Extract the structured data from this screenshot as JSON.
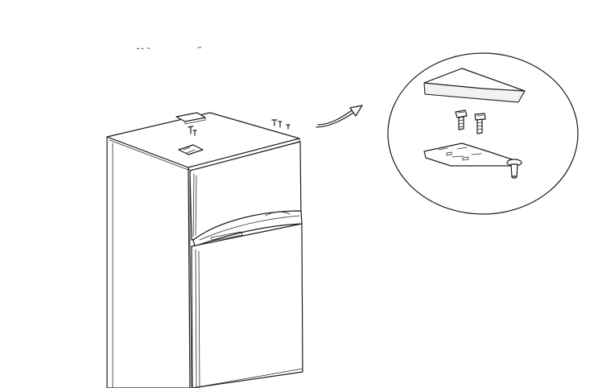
{
  "figure": {
    "colors": {
      "line": "#1a1a1a",
      "background": "#ffffff"
    },
    "icons": [
      "refrigerator",
      "top-hinge-cover",
      "hinge-screw",
      "top-hinge-bracket",
      "arrow",
      "zoom-circle"
    ]
  }
}
